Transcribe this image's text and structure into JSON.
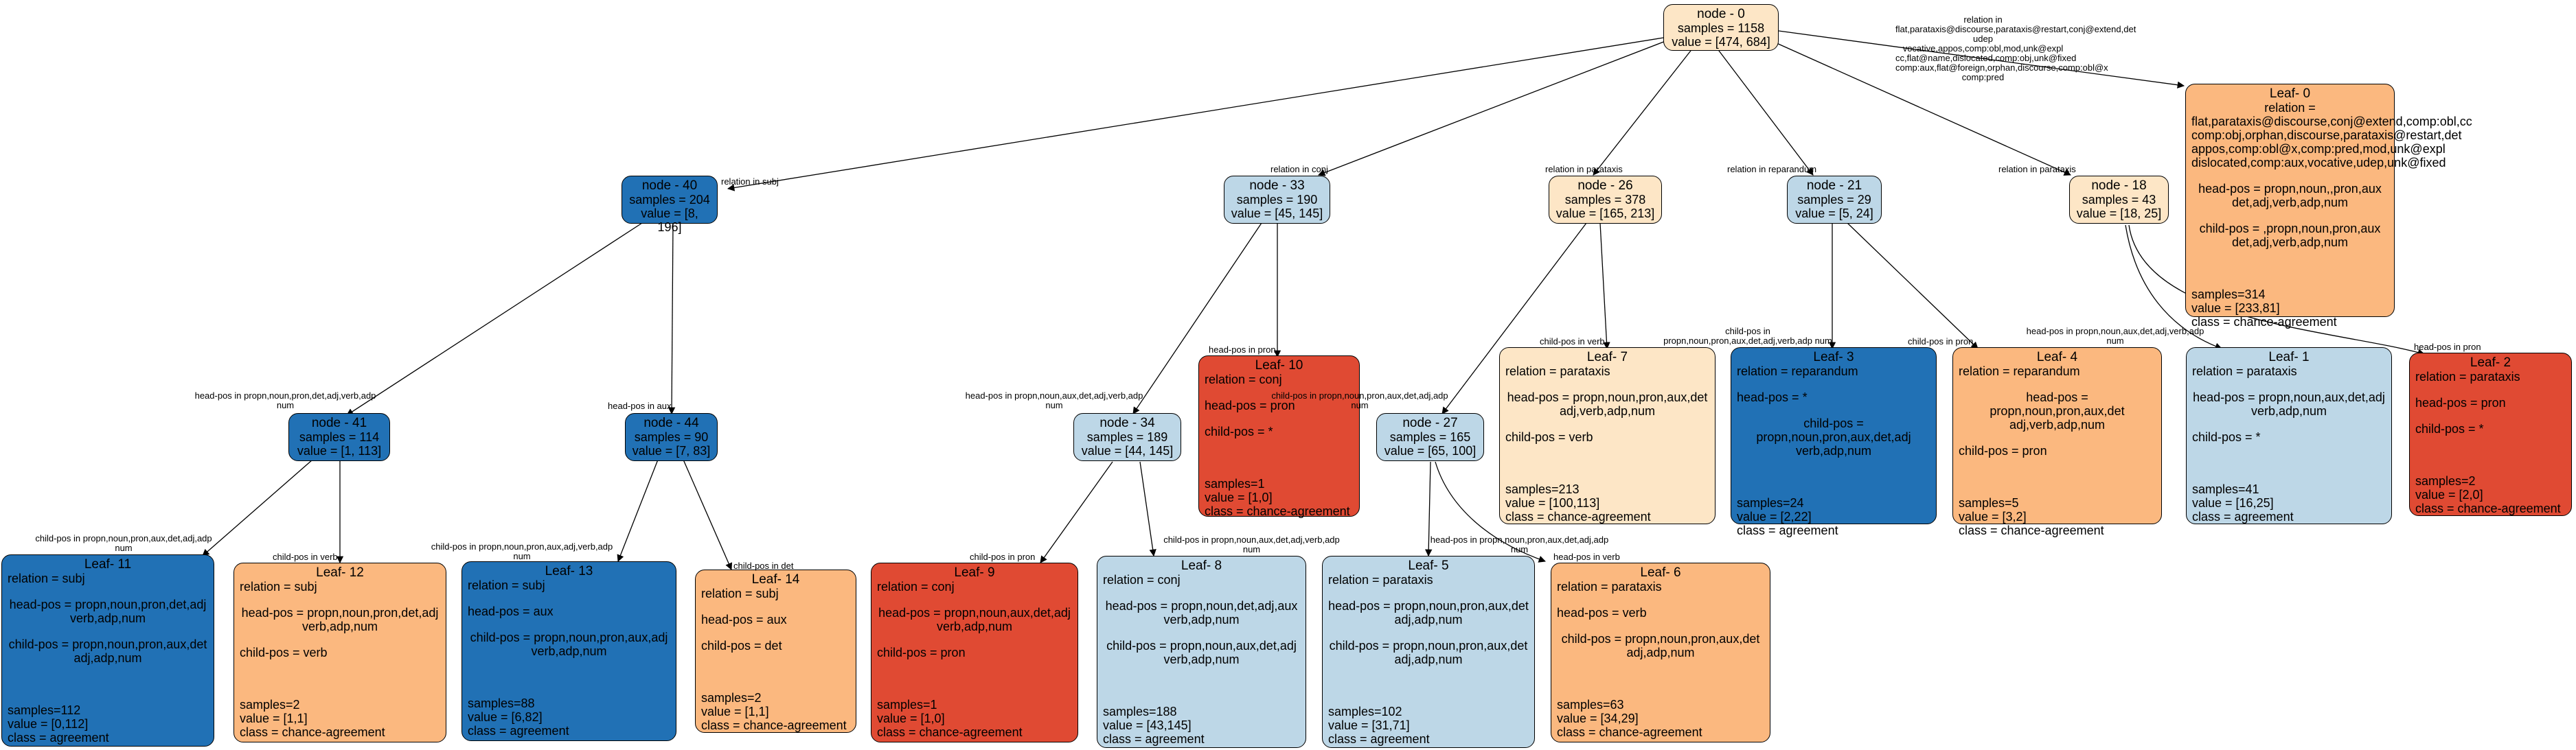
{
  "colors": {
    "orange_light": "#fde6c6",
    "orange": "#fbb87f",
    "red": "#e04a33",
    "blue": "#2171b5",
    "blue_light": "#bdd7e7",
    "edge": "#000000"
  },
  "nodes": {
    "n0": {
      "title": "node - 0",
      "samples": "samples = 1158",
      "value": "value = [474, 684]"
    },
    "n40": {
      "title": "node - 40",
      "samples": "samples = 204",
      "value": "value = [8, 196]"
    },
    "n33": {
      "title": "node - 33",
      "samples": "samples = 190",
      "value": "value = [45, 145]"
    },
    "n26": {
      "title": "node - 26",
      "samples": "samples = 378",
      "value": "value = [165, 213]"
    },
    "n21": {
      "title": "node - 21",
      "samples": "samples = 29",
      "value": "value = [5, 24]"
    },
    "n18": {
      "title": "node - 18",
      "samples": "samples = 43",
      "value": "value = [18, 25]"
    },
    "n41": {
      "title": "node - 41",
      "samples": "samples = 114",
      "value": "value = [1, 113]"
    },
    "n44": {
      "title": "node - 44",
      "samples": "samples = 90",
      "value": "value = [7, 83]"
    },
    "n34": {
      "title": "node - 34",
      "samples": "samples = 189",
      "value": "value = [44, 145]"
    },
    "n27": {
      "title": "node - 27",
      "samples": "samples = 165",
      "value": "value = [65, 100]"
    }
  },
  "leaves": {
    "l0": {
      "title": "Leaf- 0",
      "relation": "relation = flat,parataxis@discourse,conj@extend,comp:obl,cc comp:obj,orphan,discourse,parataxis@restart,det appos,comp:obl@x,comp:pred,mod,unk@expl dislocated,comp:aux,vocative,udep,unk@fixed",
      "head": "head-pos = propn,noun,,pron,aux det,adj,verb,adp,num",
      "child": "child-pos = ,propn,noun,pron,aux det,adj,verb,adp,num",
      "samples": "samples=314",
      "value": "value = [233,81]",
      "class": "class = chance-agreement"
    },
    "l10": {
      "title": "Leaf- 10",
      "relation": "relation = conj",
      "head": "head-pos = pron",
      "child": "child-pos = *",
      "samples": "samples=1",
      "value": "value = [1,0]",
      "class": "class = chance-agreement"
    },
    "l7": {
      "title": "Leaf- 7",
      "relation": "relation = parataxis",
      "head": "head-pos = propn,noun,pron,aux,det adj,verb,adp,num",
      "child": "child-pos = verb",
      "samples": "samples=213",
      "value": "value = [100,113]",
      "class": "class = chance-agreement"
    },
    "l3": {
      "title": "Leaf- 3",
      "relation": "relation = reparandum",
      "head": "head-pos = *",
      "child": "child-pos = propn,noun,pron,aux,det,adj verb,adp,num",
      "samples": "samples=24",
      "value": "value = [2,22]",
      "class": "class = agreement"
    },
    "l4": {
      "title": "Leaf- 4",
      "relation": "relation = reparandum",
      "head": "head-pos = propn,noun,pron,aux,det adj,verb,adp,num",
      "child": "child-pos = pron",
      "samples": "samples=5",
      "value": "value = [3,2]",
      "class": "class = chance-agreement"
    },
    "l1": {
      "title": "Leaf- 1",
      "relation": "relation = parataxis",
      "head": "head-pos = propn,noun,aux,det,adj verb,adp,num",
      "child": "child-pos = *",
      "samples": "samples=41",
      "value": "value = [16,25]",
      "class": "class = agreement"
    },
    "l2": {
      "title": "Leaf- 2",
      "relation": "relation = parataxis",
      "head": "head-pos = pron",
      "child": "child-pos = *",
      "samples": "samples=2",
      "value": "value = [2,0]",
      "class": "class = chance-agreement"
    },
    "l11": {
      "title": "Leaf- 11",
      "relation": "relation = subj",
      "head": "head-pos = propn,noun,pron,det,adj verb,adp,num",
      "child": "child-pos = propn,noun,pron,aux,det adj,adp,num",
      "samples": "samples=112",
      "value": "value = [0,112]",
      "class": "class = agreement"
    },
    "l12": {
      "title": "Leaf- 12",
      "relation": "relation = subj",
      "head": "head-pos = propn,noun,pron,det,adj verb,adp,num",
      "child": "child-pos = verb",
      "samples": "samples=2",
      "value": "value = [1,1]",
      "class": "class = chance-agreement"
    },
    "l13": {
      "title": "Leaf- 13",
      "relation": "relation = subj",
      "head": "head-pos = aux",
      "child": "child-pos = propn,noun,pron,aux,adj verb,adp,num",
      "samples": "samples=88",
      "value": "value = [6,82]",
      "class": "class = agreement"
    },
    "l14": {
      "title": "Leaf- 14",
      "relation": "relation = subj",
      "head": "head-pos = aux",
      "child": "child-pos = det",
      "samples": "samples=2",
      "value": "value = [1,1]",
      "class": "class = chance-agreement"
    },
    "l9": {
      "title": "Leaf- 9",
      "relation": "relation = conj",
      "head": "head-pos = propn,noun,aux,det,adj verb,adp,num",
      "child": "child-pos = pron",
      "samples": "samples=1",
      "value": "value = [1,0]",
      "class": "class = chance-agreement"
    },
    "l8": {
      "title": "Leaf- 8",
      "relation": "relation = conj",
      "head": "head-pos = propn,noun,det,adj,aux verb,adp,num",
      "child": "child-pos = propn,noun,aux,det,adj verb,adp,num",
      "samples": "samples=188",
      "value": "value = [43,145]",
      "class": "class = agreement"
    },
    "l5": {
      "title": "Leaf- 5",
      "relation": "relation = parataxis",
      "head": "head-pos = propn,noun,pron,aux,det adj,adp,num",
      "child": "child-pos = propn,noun,pron,aux,det adj,adp,num",
      "samples": "samples=102",
      "value": "value = [31,71]",
      "class": "class = agreement"
    },
    "l6": {
      "title": "Leaf- 6",
      "relation": "relation = parataxis",
      "head": "head-pos = verb",
      "child": "child-pos = propn,noun,pron,aux,det adj,adp,num",
      "samples": "samples=63",
      "value": "value = [34,29]",
      "class": "class = chance-agreement"
    }
  },
  "edge_labels": {
    "e_l0": "relation in flat,parataxis@discourse,parataxis@restart,conj@extend,det udep vocative,appos,comp:obl,mod,unk@expl cc,flat@name,dislocated,comp:obj,unk@fixed comp:aux,flat@foreign,orphan,discourse,comp:obl@x comp:pred",
    "e_40": "relation in subj",
    "e_33": "relation in conj",
    "e_26": "relation in parataxis",
    "e_21": "relation in reparandum",
    "e_18": "relation in parataxis",
    "e_41": "head-pos in propn,noun,pron,det,adj,verb,adp num",
    "e_44": "head-pos in aux",
    "e_34": "head-pos in propn,noun,aux,det,adj,verb,adp num",
    "e_10": "head-pos in pron",
    "e_27": "child-pos in propn,noun,pron,aux,det,adj,adp num",
    "e_7": "child-pos in verb",
    "e_3": "child-pos in propn,noun,pron,aux,det,adj,verb,adp num",
    "e_4": "child-pos in pron",
    "e_1": "head-pos in propn,noun,aux,det,adj,verb,adp num",
    "e_2": "head-pos in pron",
    "e_11": "child-pos in propn,noun,pron,aux,det,adj,adp num",
    "e_12": "child-pos in verb",
    "e_13": "child-pos in propn,noun,pron,aux,adj,verb,adp num",
    "e_14": "child-pos in det",
    "e_9": "child-pos in pron",
    "e_8": "child-pos in propn,noun,aux,det,adj,verb,adp num",
    "e_5": "head-pos in propn,noun,pron,aux,det,adj,adp num",
    "e_6": "head-pos in verb"
  }
}
